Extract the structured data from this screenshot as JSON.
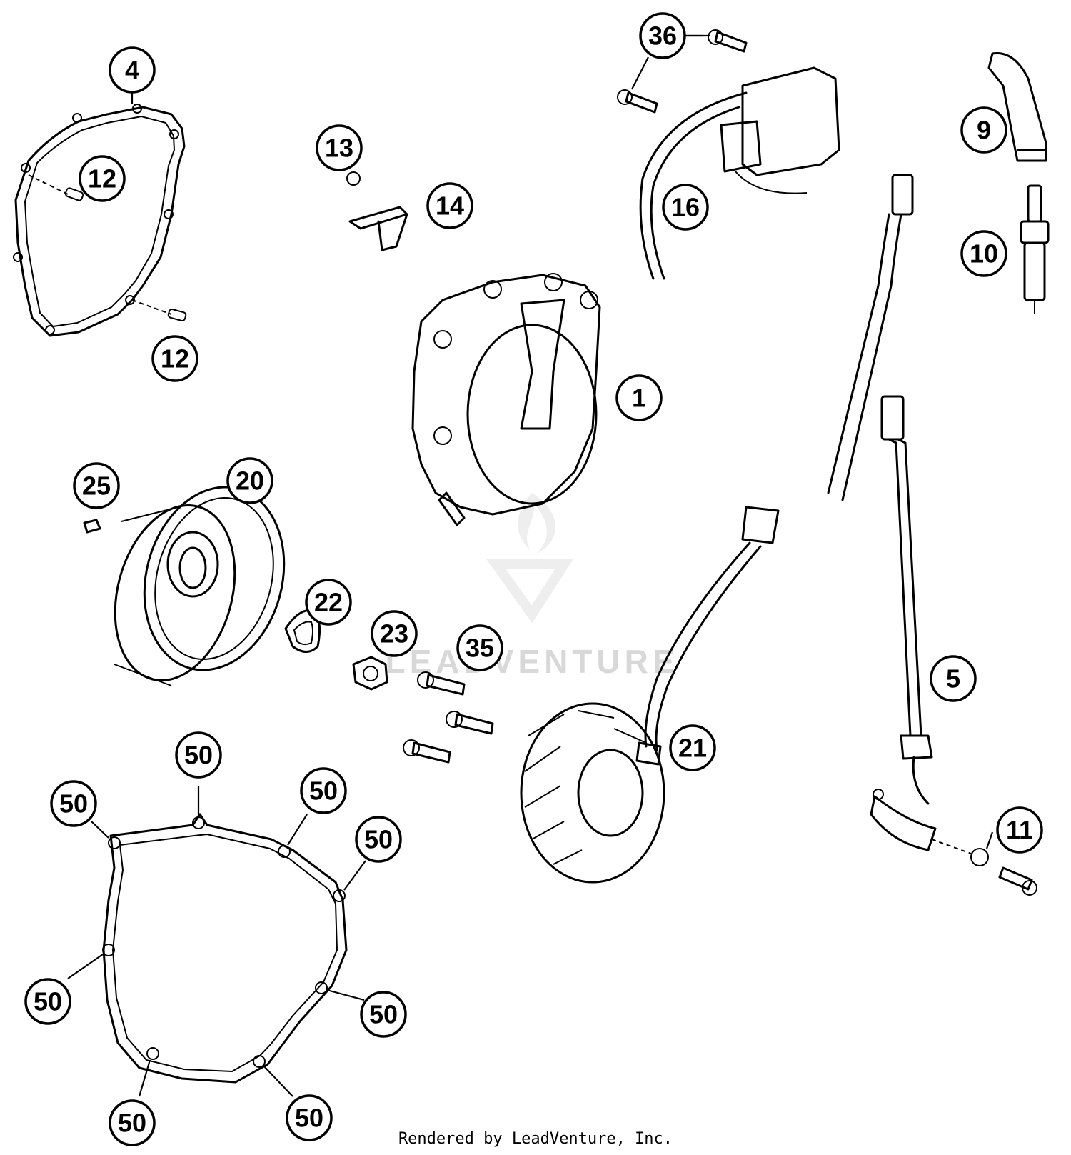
{
  "diagram": {
    "callouts": [
      {
        "id": "c4",
        "label": "4"
      },
      {
        "id": "c12a",
        "label": "12"
      },
      {
        "id": "c12b",
        "label": "12"
      },
      {
        "id": "c13",
        "label": "13"
      },
      {
        "id": "c14",
        "label": "14"
      },
      {
        "id": "c36",
        "label": "36"
      },
      {
        "id": "c16",
        "label": "16"
      },
      {
        "id": "c9",
        "label": "9"
      },
      {
        "id": "c10",
        "label": "10"
      },
      {
        "id": "c1",
        "label": "1"
      },
      {
        "id": "c25",
        "label": "25"
      },
      {
        "id": "c20",
        "label": "20"
      },
      {
        "id": "c22",
        "label": "22"
      },
      {
        "id": "c23",
        "label": "23"
      },
      {
        "id": "c35",
        "label": "35"
      },
      {
        "id": "c5",
        "label": "5"
      },
      {
        "id": "c21",
        "label": "21"
      },
      {
        "id": "c11",
        "label": "11"
      },
      {
        "id": "c50a",
        "label": "50"
      },
      {
        "id": "c50b",
        "label": "50"
      },
      {
        "id": "c50c",
        "label": "50"
      },
      {
        "id": "c50d",
        "label": "50"
      },
      {
        "id": "c50e",
        "label": "50"
      },
      {
        "id": "c50f",
        "label": "50"
      },
      {
        "id": "c50g",
        "label": "50"
      },
      {
        "id": "c50h",
        "label": "50"
      }
    ],
    "watermark": "LEADVENTURE",
    "footer": "Rendered by LeadVenture, Inc."
  },
  "colors": {
    "line": "#000000",
    "background": "#ffffff",
    "watermark": "#d8d8d8"
  }
}
